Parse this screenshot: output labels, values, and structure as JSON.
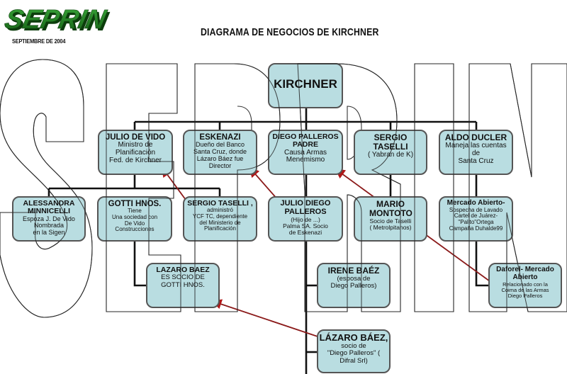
{
  "header": {
    "logo_text": "SEPRIN",
    "date": "SEPTIEMBRE DE 2004",
    "title": "DIAGRAMA DE NEGOCIOS  DE KIRCHNER"
  },
  "watermark": {
    "text": "SEPRIN"
  },
  "colors": {
    "box_fill": "#b9dde1",
    "box_border": "#555555",
    "connector": "#111111",
    "arrow": "#8b1a1a",
    "logo_green": "#1f7a1f"
  },
  "nodes": {
    "kirchner": {
      "title": "KIRCHNER",
      "body": ""
    },
    "julio_de_vido": {
      "title": "JULIO DE VIDO",
      "body": "Ministro de\nPlanificación\nFed. de  Kirchner"
    },
    "eskenazi": {
      "title": "ESKENAZI",
      "body": "Dueño del Banco\nSanta Cruz, donde\nLázaro Báez fue\nDirector"
    },
    "diego_palleros_padre": {
      "title": "DIEGO PALLEROS PADRE",
      "body": "Causa Armas\nMenemismo"
    },
    "sergio_taselli_top": {
      "title": "SERGIO TASELLI",
      "body": "( Yabran de K)"
    },
    "aldo_ducler": {
      "title": "ALDO DUCLER",
      "body": "Maneja  las cuentas\nde\nSanta Cruz"
    },
    "alessandra_minnicelli": {
      "title": "ALESSANDRA MINNICELLI",
      "body": "Espoza J. De Vido\nNombrada\nen la Sigen"
    },
    "gotti_hnos": {
      "title": "GOTTI HNOS.",
      "body": "Tiene\nUna sociedad con\nDe Vido\nConstrucciones"
    },
    "sergio_taselli_mid": {
      "title": "SERGIO TASELLI ,",
      "body": "administró\nYCF TC, dependiente\ndel Ministerio de\nPlanificación"
    },
    "julio_diego_palleros": {
      "title": "JULIO DIEGO PALLEROS",
      "body": "(Hijo de ...)\nPalma SA. Socio\nde Eskenazi"
    },
    "mario_montoto": {
      "title": "MARIO MONTOTO",
      "body": "Socio de Taselli\n( Metrolpitanos)"
    },
    "mercado_abierto": {
      "title": "Mercado Abierto-",
      "body": "Sospecha de Lavado\nCartel de Juárez-\n\"Palito\"Ortega\nCampaña Duhalde99"
    },
    "lazaro_baez_gotti": {
      "title": "LAZARO BAEZ",
      "body": "ES SOCIO DE\nGOTTI HNOS."
    },
    "irene_baez": {
      "title": "IRENE BAÉZ",
      "body": "(esposa de\nDiego Palleros)"
    },
    "daforel": {
      "title": "Daforel- Mercado Abierto",
      "body": "Relacionado con la\nCoima de las Armas\nDiego Palleros"
    },
    "lazaro_baez_palleros": {
      "title": "LÁZARO BÁEZ,",
      "body": "socio de\n\"Diego Palleros\" (\nDifral Srl)"
    }
  }
}
